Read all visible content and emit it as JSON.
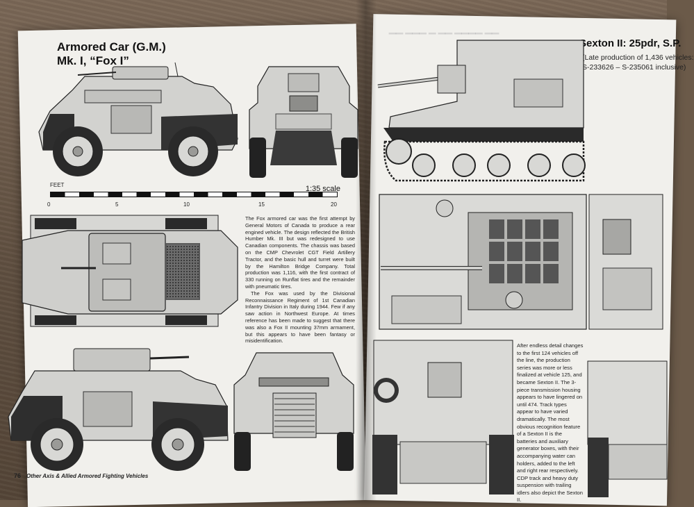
{
  "left_page": {
    "title_line1": "Armored Car (G.M.)",
    "title_line2": "Mk. I, “Fox I”",
    "scale": {
      "feet_label": "FEET",
      "scale_label": "1:35 scale",
      "ticks": [
        "0",
        "5",
        "10",
        "15",
        "20"
      ]
    },
    "description": [
      "The Fox armored car was the first attempt by General Motors of Canada to produce a rear engined vehicle. The design reflected the British Humber Mk. III but was redesigned to use Canadian components. The chassis was based on the CMP Chevrolet CGT Field Artillery Tractor, and the basic hull and turret were built by the Hamilton Bridge Company. Total production was 1,116, with the first contract of 330 running on Runflat tires and the remainder with pneumatic tires.",
      "The Fox was used by the Divisional Reconnaissance Regiment of 1st Canadian Infantry Division in Italy during 1944. Few if any saw action in Northwest Europe. At times reference has been made to suggest that there was also a Fox II mounting 37mm armament, but this appears to have been fantasy or misidentification."
    ],
    "footer": {
      "page_number": "76",
      "book_title": "Other Axis & Allied Armored Fighting Vehicles"
    }
  },
  "right_page": {
    "title": "Sexton II: 25pdr, S.P.",
    "subtitle_line1": "(Late production of 1,436 vehicles:",
    "subtitle_line2": "S-233626 – S-235061 inclusive)",
    "description": "After endless detail changes to the first 124 vehicles off the line, the production series was more or less finalized at vehicle 125, and became Sexton II. The 3-piece transmission housing appears to have lingered on until 474. Track types appear to have varied dramatically. The most obvious recognition feature of a Sexton II is the batteries and auxiliary generator boxes, with their accompanying water can holders, added to the left and right rear respectively. CDP track and heavy duty suspension with trailing idlers also depict the Sexton II."
  },
  "colors": {
    "page": "#f1f0ec",
    "vehicle_light": "#cfcfcc",
    "vehicle_mid": "#a9a9a6",
    "vehicle_dark": "#2a2a2a",
    "table": "#6b5a49"
  }
}
